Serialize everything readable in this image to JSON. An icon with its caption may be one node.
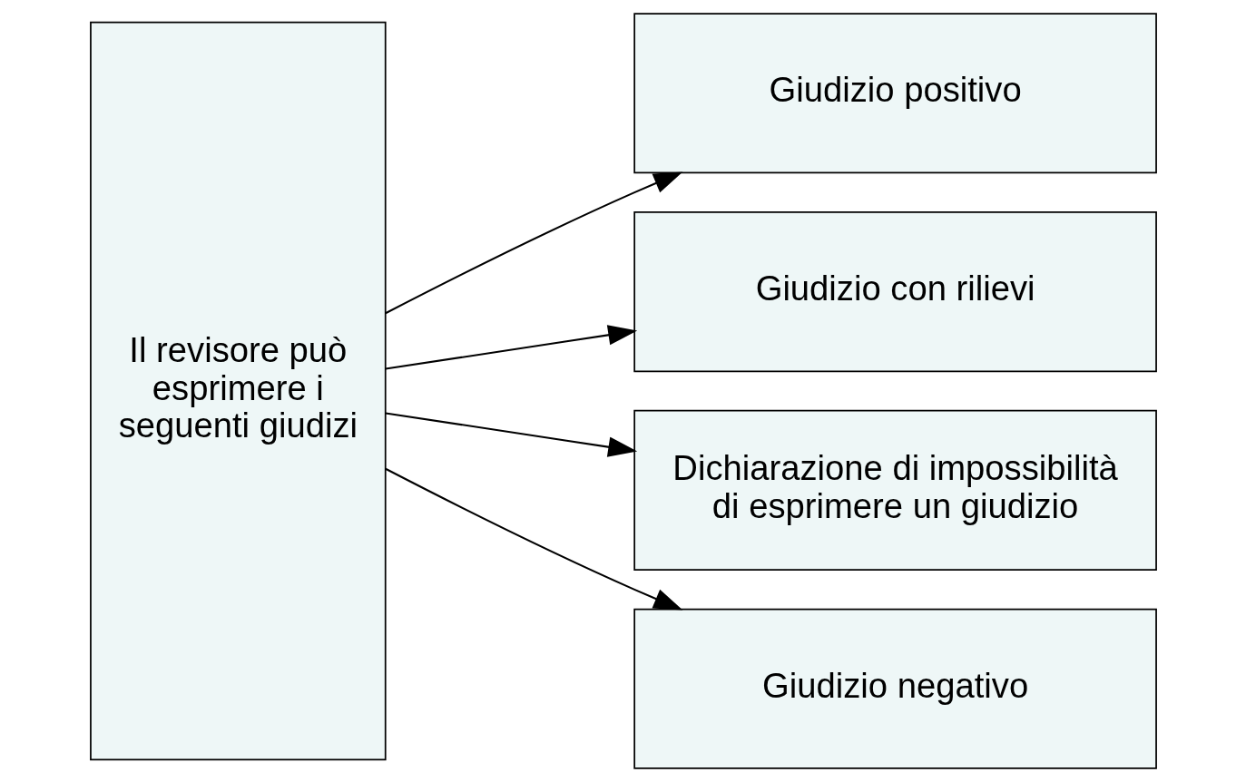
{
  "diagram": {
    "nodes": [
      {
        "text": [
          "Il revisore può esprimere i seguenti giudizi"
        ]
      },
      {
        "text": [
          "Giudizio positivo"
        ]
      },
      {
        "text": [
          "Giudizio con rilievi"
        ]
      },
      {
        "text": [
          "Dichiarazione di impossibilità di esprimere un giudizio"
        ]
      },
      {
        "text": [
          "Giudizio negativo"
        ]
      }
    ],
    "edges": [
      {
        "from": 0,
        "to": 1,
        "arrow": "to"
      },
      {
        "from": 0,
        "to": 2,
        "arrow": "to"
      },
      {
        "from": 0,
        "to": 3,
        "arrow": "to"
      },
      {
        "from": 0,
        "to": 4,
        "arrow": "to"
      }
    ]
  }
}
